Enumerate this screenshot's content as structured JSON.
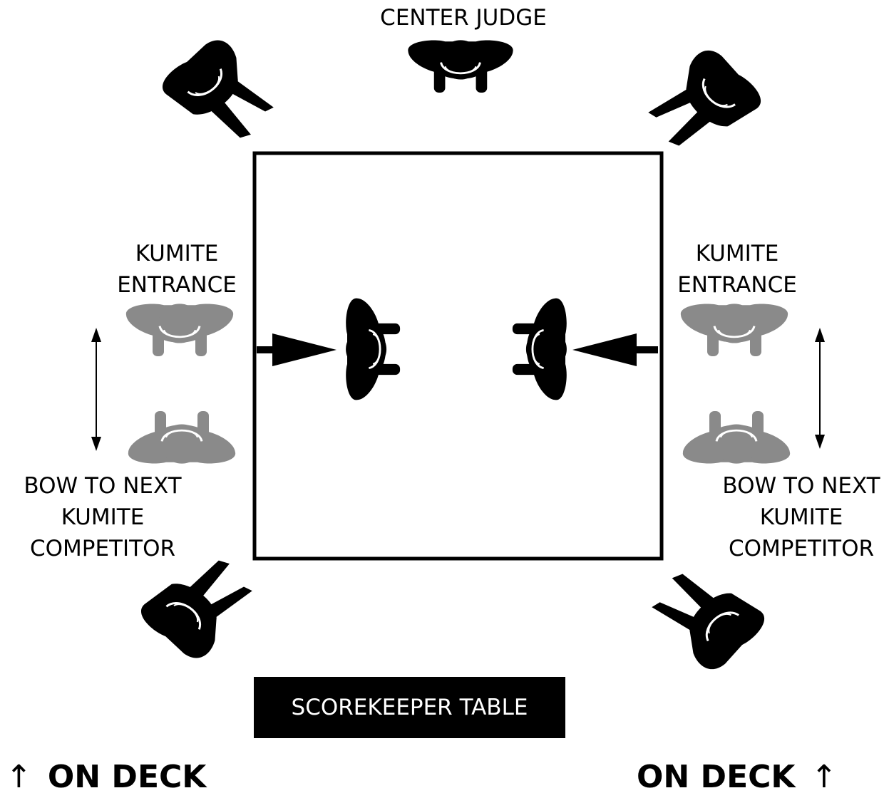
{
  "labels": {
    "center_judge": "CENTER JUDGE",
    "entrance_left": [
      "KUMITE",
      "ENTRANCE"
    ],
    "entrance_right": [
      "KUMITE",
      "ENTRANCE"
    ],
    "bow_left": [
      "BOW TO NEXT",
      "KUMITE",
      "COMPETITOR"
    ],
    "bow_right": [
      "BOW TO NEXT",
      "KUMITE",
      "COMPETITOR"
    ],
    "scorekeeper_table": "SCOREKEEPER TABLE",
    "on_deck_left": "ON DECK",
    "on_deck_right": "ON DECK"
  },
  "icons": {
    "on_deck_arrow": "↑"
  },
  "colors": {
    "figure_active": "#000000",
    "figure_waiting": "#8a8a8a",
    "ring_border": "#000000",
    "table_fill": "#000000",
    "table_text": "#ffffff"
  }
}
